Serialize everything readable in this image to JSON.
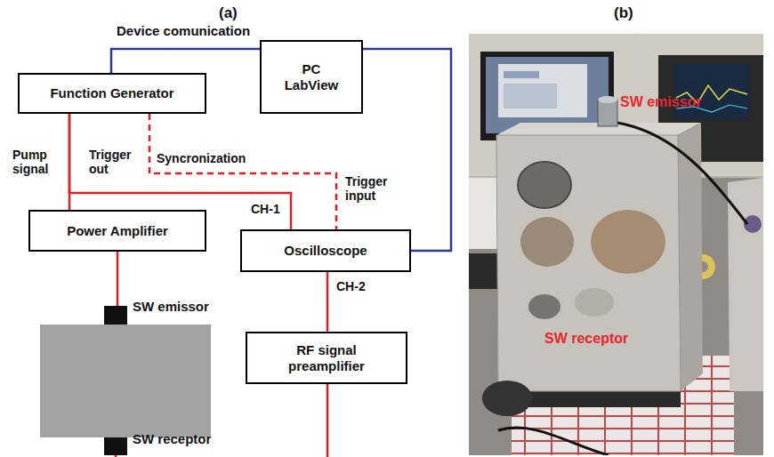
{
  "diagram": {
    "nodes": [
      {
        "text": [
          "Function Generator"
        ]
      },
      {
        "text": [
          "PC LabView"
        ]
      },
      {
        "text": [
          "Power Amplifier"
        ]
      },
      {
        "text": [
          "Oscilloscope"
        ]
      },
      {
        "text": [
          "SW emissor"
        ]
      },
      {
        "text": [
          "RF signal preamplifier"
        ]
      },
      {
        "text": [
          "SW receptor"
        ]
      }
    ],
    "edges": [
      {
        "from": 0,
        "to": 1,
        "label": "Device comunication",
        "arrow": "none"
      },
      {
        "from": 1,
        "to": 3,
        "arrow": "none"
      },
      {
        "from": 0,
        "to": 2,
        "label": "Pump signal",
        "arrow": "none"
      },
      {
        "from": 0,
        "to": 3,
        "label": "CH-1",
        "arrow": "none"
      },
      {
        "from": 0,
        "to": 3,
        "label": "Syncronization",
        "arrow": "none"
      },
      {
        "from": 2,
        "to": 4,
        "arrow": "none"
      },
      {
        "from": 3,
        "to": 5,
        "label": "CH-2",
        "arrow": "none"
      }
    ],
    "labels": [
      "(a)",
      "(b)",
      "Trigger out",
      "Trigger input",
      "SW emissor",
      "SW receptor"
    ]
  }
}
